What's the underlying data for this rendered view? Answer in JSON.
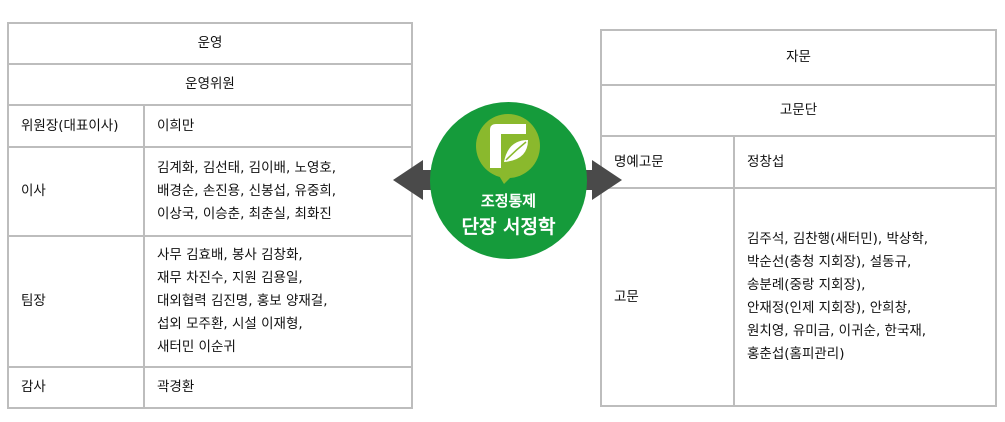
{
  "operation": {
    "title": "운영",
    "subtitle": "운영위원",
    "rows": [
      {
        "role": "위원장(대표이사)",
        "members": [
          "이희만"
        ]
      },
      {
        "role": "이사",
        "members": [
          "김계화, 김선태, 김이배, 노영호,",
          "배경순, 손진용, 신봉섭, 유중희,",
          "이상국, 이승춘, 최춘실, 최화진"
        ]
      },
      {
        "role": "팀장",
        "members": [
          "사무 김효배, 봉사 김창화,",
          "재무 차진수, 지원 김용일,",
          "대외협력 김진명, 홍보 양재걸,",
          "섭외 모주환, 시설 이재형,",
          "새터민 이순귀"
        ]
      },
      {
        "role": "감사",
        "members": [
          "곽경환"
        ]
      }
    ]
  },
  "advisory": {
    "title": "자문",
    "subtitle": "고문단",
    "rows": [
      {
        "role": "명예고문",
        "members": [
          "정창섭"
        ]
      },
      {
        "role": "고문",
        "members": [
          "김주석, 김찬행(새터민), 박상학,",
          "박순선(충청 지회장), 설동규,",
          "송분례(중랑 지회장),",
          "안재정(인제 지회장), 안희창,",
          "원치영, 유미금, 이귀순, 한국재,",
          "홍춘섭(홈피관리)"
        ]
      }
    ]
  },
  "center": {
    "line1": "조정통제",
    "line2": "단장 서정학",
    "color": "#159b3b",
    "logo_color": "#8ab92d"
  }
}
